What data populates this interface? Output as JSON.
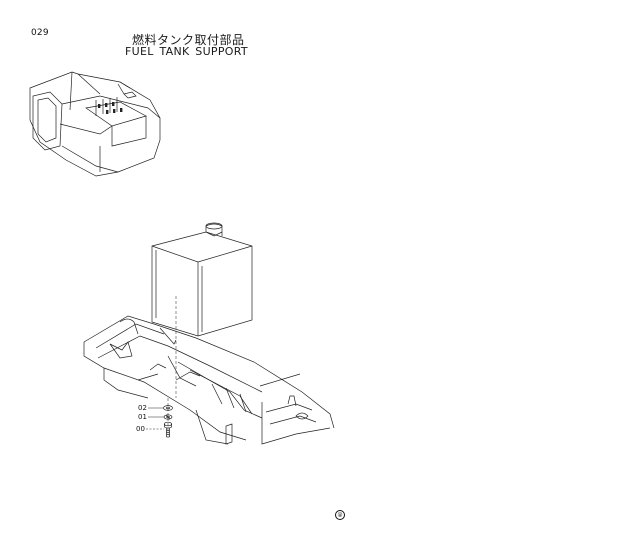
{
  "header": {
    "page_number": "029",
    "title_jp": "燃料タンク取付部品",
    "title_en": "FUEL TANK SUPPORT"
  },
  "callouts": [
    {
      "label": "02"
    },
    {
      "label": "01"
    },
    {
      "label": "00"
    }
  ],
  "footer": {
    "page_mark": "@"
  }
}
